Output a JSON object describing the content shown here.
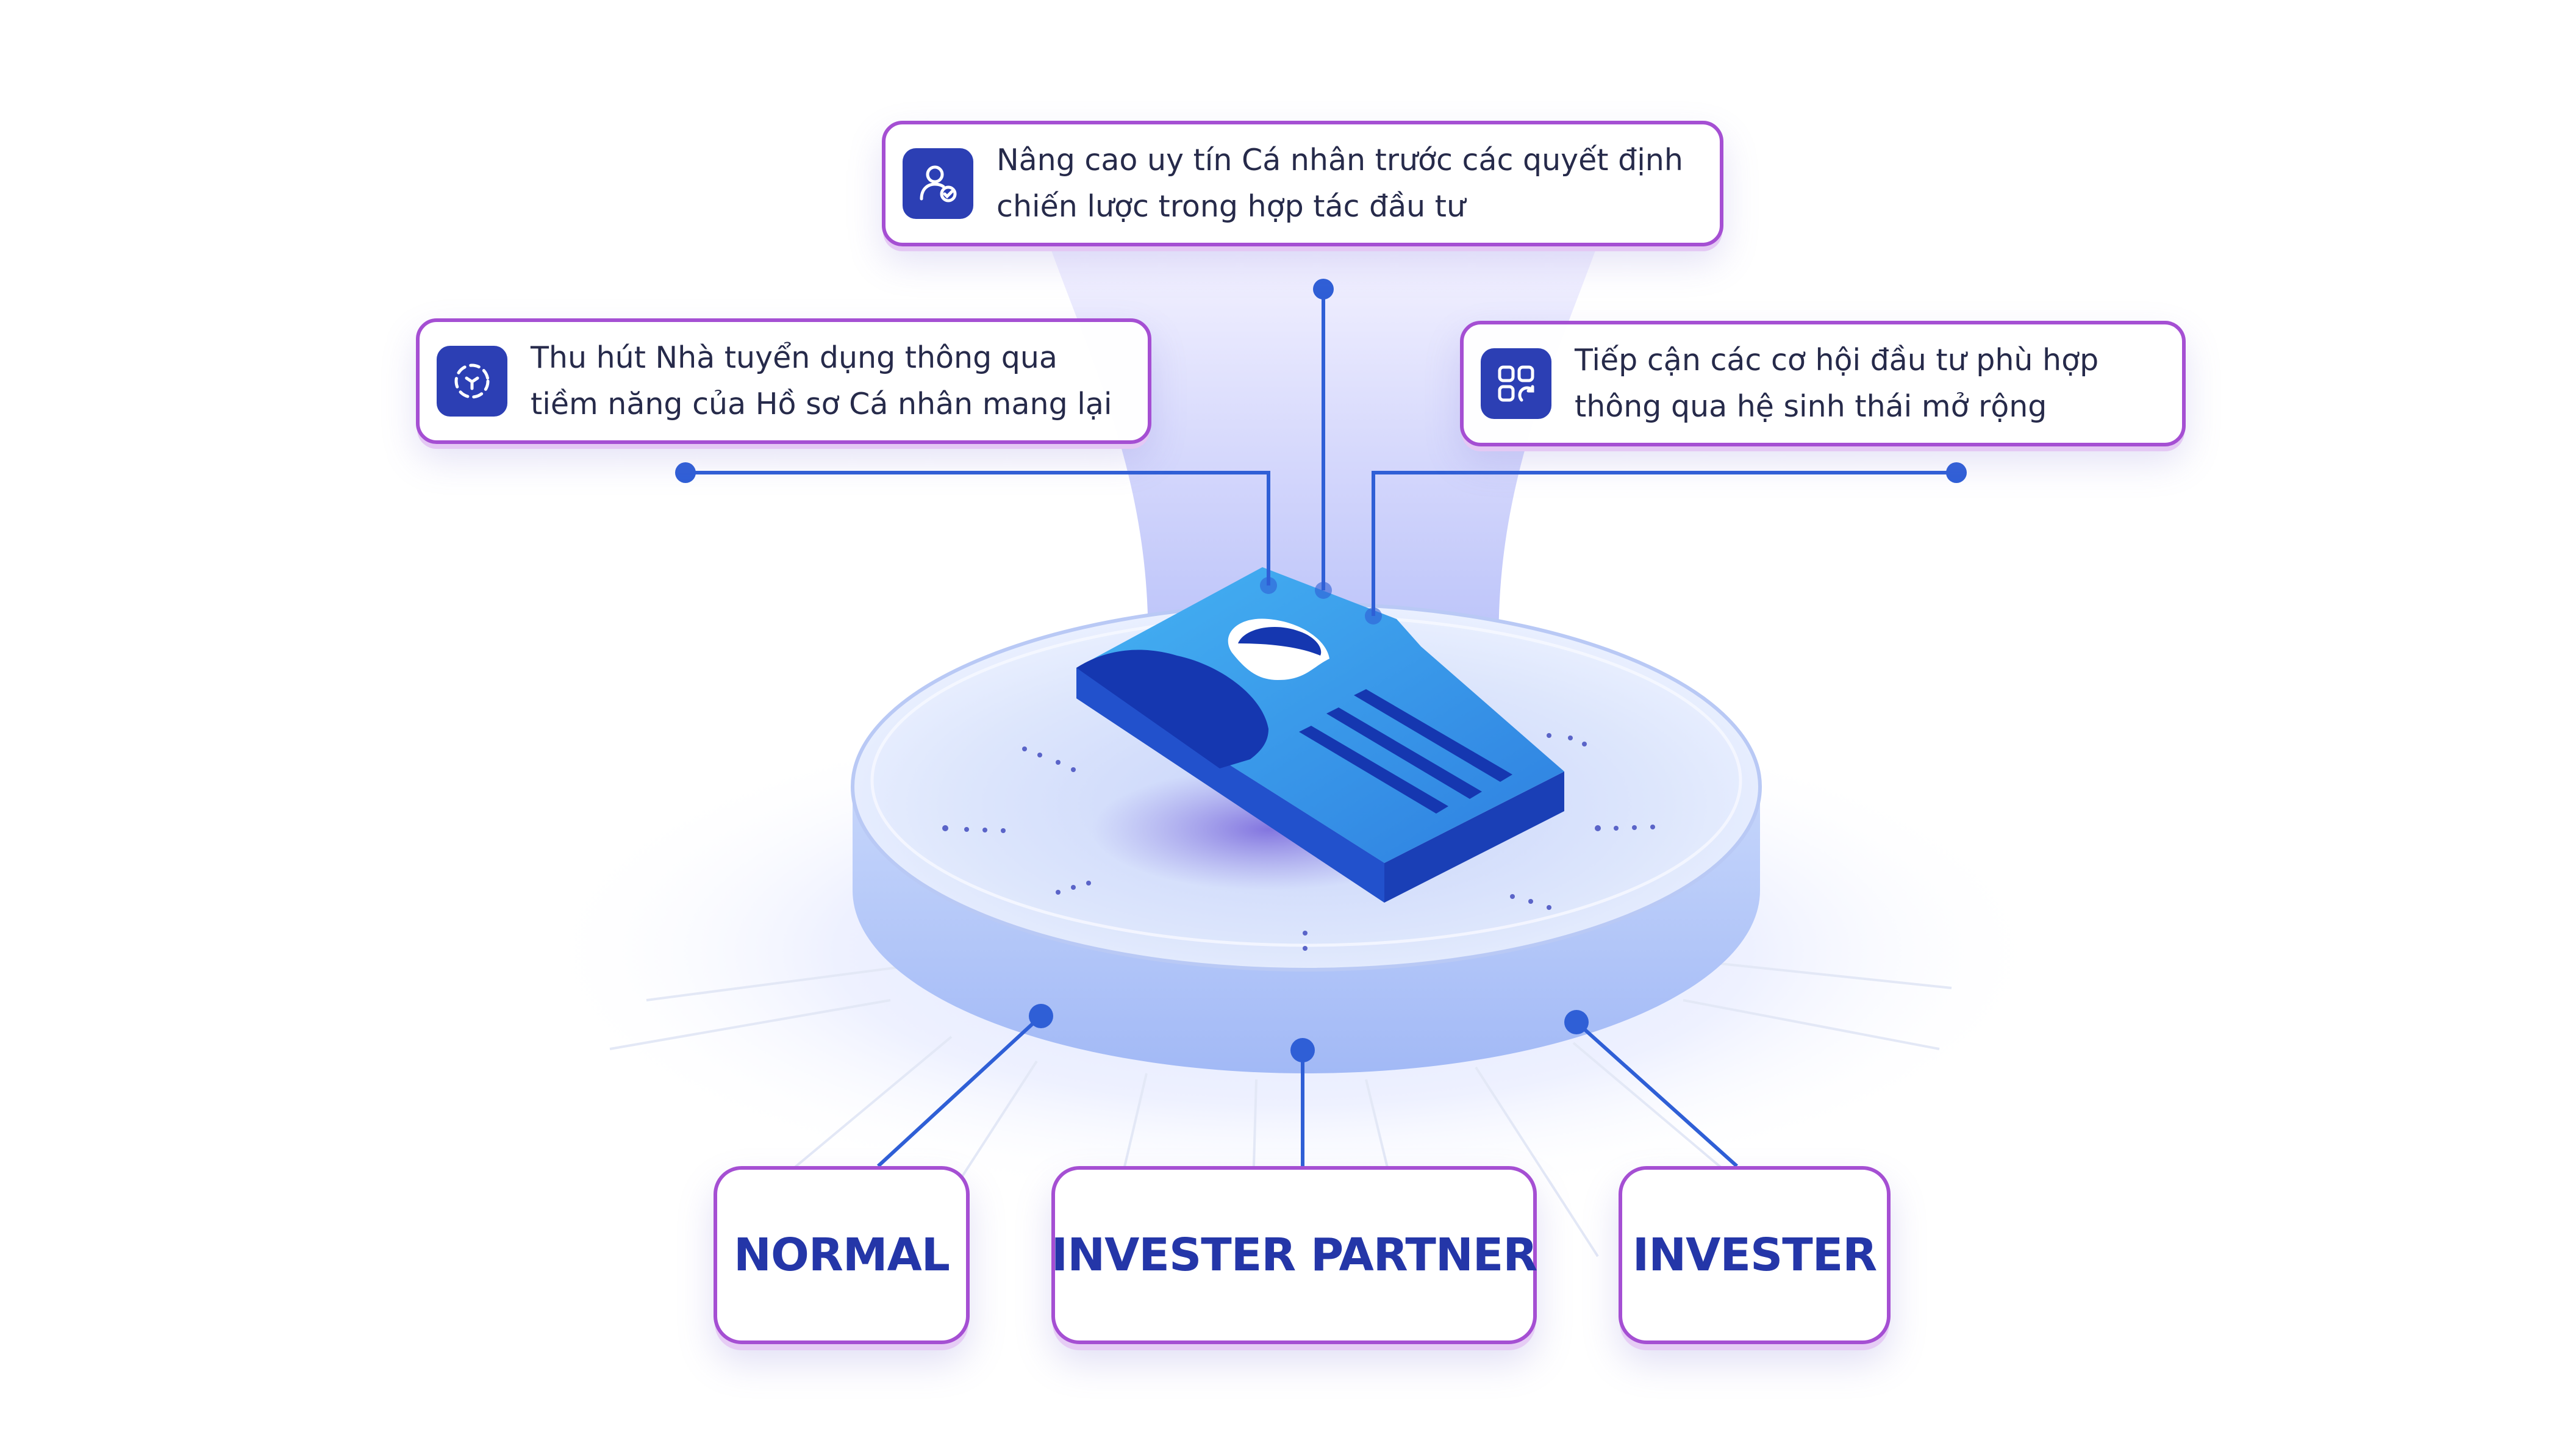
{
  "colors": {
    "accent_border": "#a54fd3",
    "icon_bg": "#2c3fb4",
    "connector": "#2f5fd6",
    "tier_text": "#2436a8",
    "body_text": "#262a4a",
    "card_light": "#3aa0ec",
    "card_dark": "#1537b0"
  },
  "benefits": [
    {
      "icon": "user-check-icon",
      "text": "Nâng cao uy tín Cá nhân trước các quyết định\nchiến lược trong hợp tác đầu tư"
    },
    {
      "icon": "scan-focus-icon",
      "text": "Thu hút Nhà tuyển dụng thông qua\ntiềm năng của Hồ sơ Cá nhân mang lại"
    },
    {
      "icon": "ecosystem-apps-icon",
      "text": "Tiếp cận các cơ hội đầu tư phù hợp\nthông qua hệ sinh thái mở rộng"
    }
  ],
  "center_graphic": "profile-card-illustration",
  "tiers": [
    {
      "label": "NORMAL"
    },
    {
      "label": "INVESTER PARTNER"
    },
    {
      "label": "INVESTER"
    }
  ]
}
